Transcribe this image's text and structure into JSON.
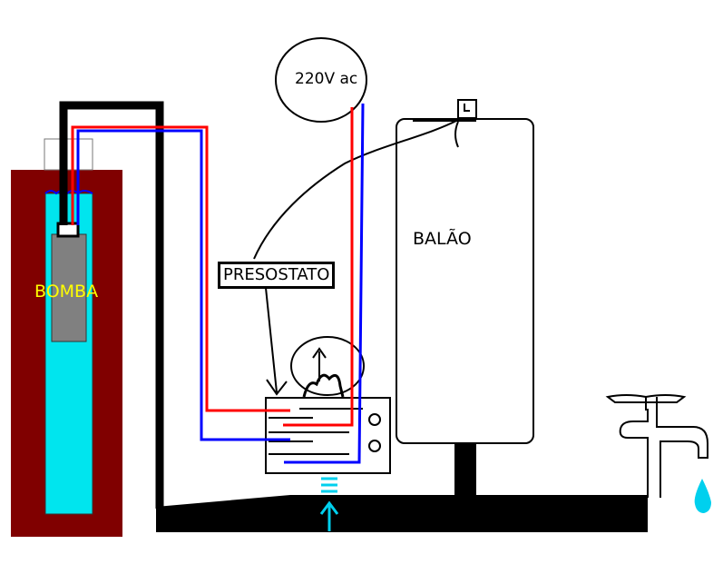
{
  "labels": {
    "pump": "BOMBA",
    "voltage": "220V ac",
    "tank": "BALÃO",
    "pressure_switch": "PRESOSTATO"
  },
  "colors": {
    "well": "#800000",
    "water": "#00e5ee",
    "pump_body": "#808080",
    "wire_live": "#ff0000",
    "wire_neutral": "#0000ff",
    "pipe": "#000000",
    "pump_label": "#ffff00",
    "drip": "#00d0ee"
  }
}
